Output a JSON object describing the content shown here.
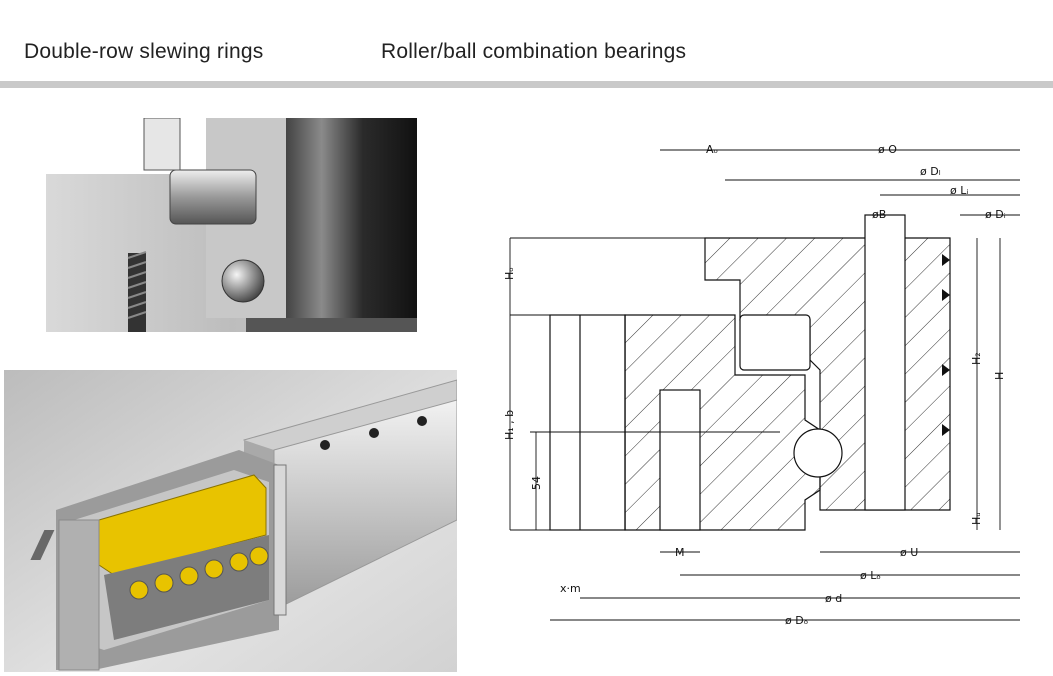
{
  "header": {
    "left_title": "Double-row slewing rings",
    "right_title": "Roller/ball combination bearings"
  },
  "drawing": {
    "labels": {
      "Ao": "Aₒ",
      "O": "ø O",
      "DL": "ø Dₗ",
      "Li": "ø Lᵢ",
      "B": "øB",
      "Di": "ø Dᵢ",
      "Ho": "Hₒ",
      "H1b": "H₁ , b",
      "dim54": "54",
      "H2": "H₂",
      "H": "H",
      "Hu": "Hᵤ",
      "M": "M",
      "U": "ø U",
      "Lo": "ø Lₒ",
      "d": "ø d",
      "Do": "ø Dₒ",
      "xm": "x·m"
    },
    "accent_color": "#e8c300"
  }
}
